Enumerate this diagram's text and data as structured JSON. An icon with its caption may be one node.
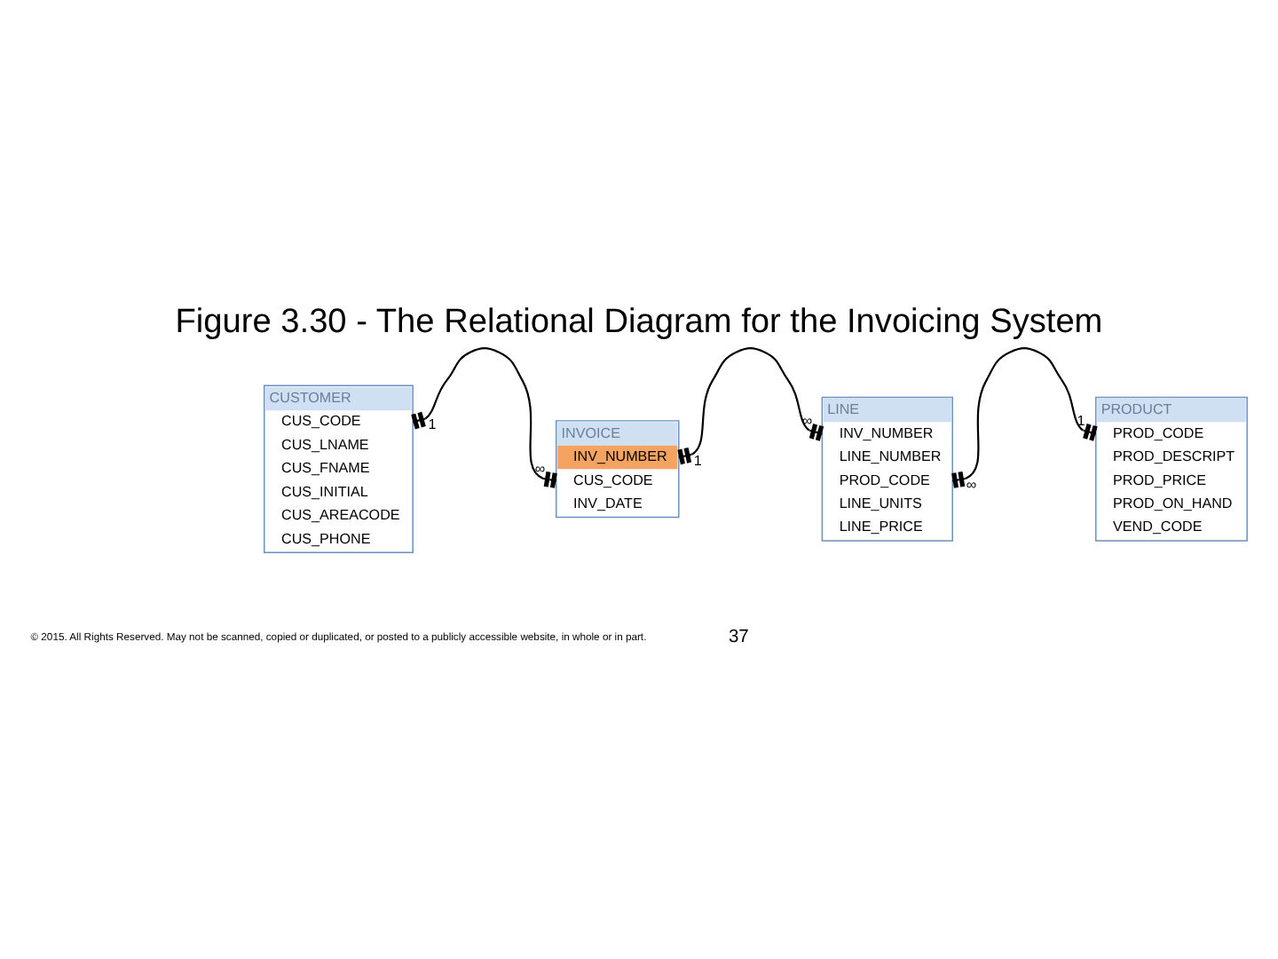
{
  "diagram": {
    "title": "Figure 3.30 - The Relational Diagram for the Invoicing System",
    "nodes": [
      {
        "text": [
          "CUSTOMER",
          "CUS_CODE",
          "CUS_LNAME",
          "CUS_FNAME",
          "CUS_INITIAL",
          "CUS_AREACODE",
          "CUS_PHONE"
        ]
      },
      {
        "text": [
          "INVOICE",
          "INV_NUMBER",
          "CUS_CODE",
          "INV_DATE"
        ]
      },
      {
        "text": [
          "LINE",
          "INV_NUMBER",
          "LINE_NUMBER",
          "PROD_CODE",
          "LINE_UNITS",
          "LINE_PRICE"
        ]
      },
      {
        "text": [
          "PRODUCT",
          "PROD_CODE",
          "PROD_DESCRIPT",
          "PROD_PRICE",
          "PROD_ON_HAND",
          "VEND_CODE"
        ]
      }
    ],
    "edges": [
      {
        "from": 0,
        "to": 1,
        "arrow": "other"
      },
      {
        "from": 1,
        "to": 2,
        "arrow": "other"
      },
      {
        "from": 3,
        "to": 2,
        "arrow": "other"
      }
    ],
    "labels": [
      "1",
      "∞",
      "1",
      "∞",
      "∞",
      "1",
      "© 2015. All Rights Reserved. May not be scanned, copied or duplicated, or posted to a publicly accessible website, in whole or in part.",
      "37"
    ]
  }
}
